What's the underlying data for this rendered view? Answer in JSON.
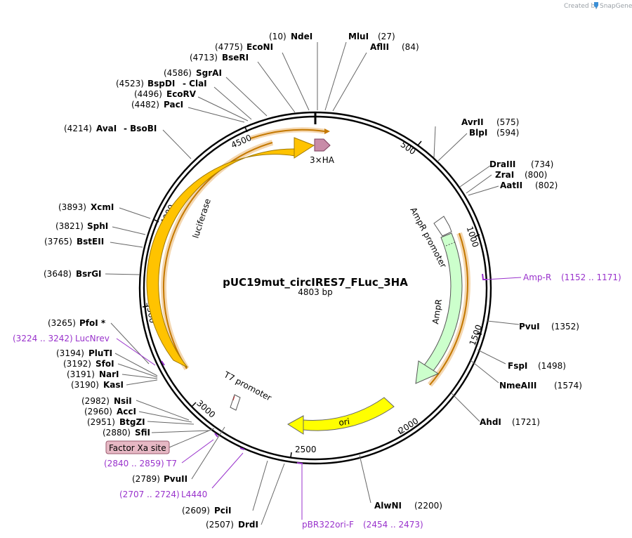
{
  "credit": {
    "prefix": "Created by",
    "brand": "SnapGene"
  },
  "plasmid": {
    "name": "pUC19mut_circIRES7_FLuc_3HA",
    "size": "4803 bp"
  },
  "ruler": [
    "500",
    "1000",
    "1500",
    "2000",
    "2500",
    "3000",
    "3500",
    "4000",
    "4500"
  ],
  "features": {
    "luciferase": "luciferase",
    "ha": "3×HA",
    "ampr_promoter": "AmpR promoter",
    "ampr": "AmpR",
    "ori": "ori",
    "t7_promoter": "T7 promoter"
  },
  "factor_xa": "Factor Xa site",
  "enzymes": [
    {
      "name": "NdeI",
      "pos": "(10)"
    },
    {
      "name": "MluI",
      "pos": "(27)"
    },
    {
      "name": "AflII",
      "pos": "(84)"
    },
    {
      "name": "EcoNI",
      "pos": "(4775)"
    },
    {
      "name": "BseRI",
      "pos": "(4713)"
    },
    {
      "name": "SgrAI",
      "pos": "(4586)"
    },
    {
      "name": "BspDI",
      "suffix": "- ClaI",
      "pos": "(4523)"
    },
    {
      "name": "EcoRV",
      "pos": "(4496)"
    },
    {
      "name": "PacI",
      "pos": "(4482)"
    },
    {
      "name": "AvaI",
      "suffix": "- BsoBI",
      "pos": "(4214)"
    },
    {
      "name": "XcmI",
      "pos": "(3893)"
    },
    {
      "name": "SphI",
      "pos": "(3821)"
    },
    {
      "name": "BstEII",
      "pos": "(3765)"
    },
    {
      "name": "BsrGI",
      "pos": "(3648)"
    },
    {
      "name": "PfoI *",
      "pos": "(3265)"
    },
    {
      "name": "PluTI",
      "pos": "(3194)"
    },
    {
      "name": "SfoI",
      "pos": "(3192)"
    },
    {
      "name": "NarI",
      "pos": "(3191)"
    },
    {
      "name": "KasI",
      "pos": "(3190)"
    },
    {
      "name": "NsiI",
      "pos": "(2982)"
    },
    {
      "name": "AccI",
      "pos": "(2960)"
    },
    {
      "name": "BtgZI",
      "pos": "(2951)"
    },
    {
      "name": "SfiI",
      "pos": "(2880)"
    },
    {
      "name": "PvuII",
      "pos": "(2789)"
    },
    {
      "name": "PciI",
      "pos": "(2609)"
    },
    {
      "name": "DrdI",
      "pos": "(2507)"
    },
    {
      "name": "AvrII",
      "pos": "(575)"
    },
    {
      "name": "BlpI",
      "pos": "(594)"
    },
    {
      "name": "DraIII",
      "pos": "(734)"
    },
    {
      "name": "ZraI",
      "pos": "(800)"
    },
    {
      "name": "AatII",
      "pos": "(802)"
    },
    {
      "name": "PvuI",
      "pos": "(1352)"
    },
    {
      "name": "FspI",
      "pos": "(1498)"
    },
    {
      "name": "NmeAIII",
      "pos": "(1574)"
    },
    {
      "name": "AhdI",
      "pos": "(1721)"
    },
    {
      "name": "AlwNI",
      "pos": "(2200)"
    }
  ],
  "primers": [
    {
      "name": "Amp-R",
      "range": "(1152 .. 1171)"
    },
    {
      "name": "LucNrev",
      "range": "(3224 .. 3242)"
    },
    {
      "name": "T7",
      "range": "(2840 .. 2859)"
    },
    {
      "name": "L4440",
      "range": "(2707 .. 2724)"
    },
    {
      "name": "pBR322ori-F",
      "range": "(2454 .. 2473)"
    }
  ]
}
